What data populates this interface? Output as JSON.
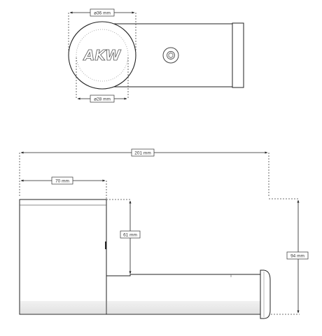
{
  "top_view": {
    "logo_text": "AKW",
    "dim_outer_diameter": "ø36 mm",
    "dim_inner_diameter": "ø28 mm"
  },
  "side_view": {
    "dim_total_length": "201 mm",
    "dim_head_length": "70 mm",
    "dim_head_height": "61 mm",
    "dim_total_height": "94 mm"
  }
}
